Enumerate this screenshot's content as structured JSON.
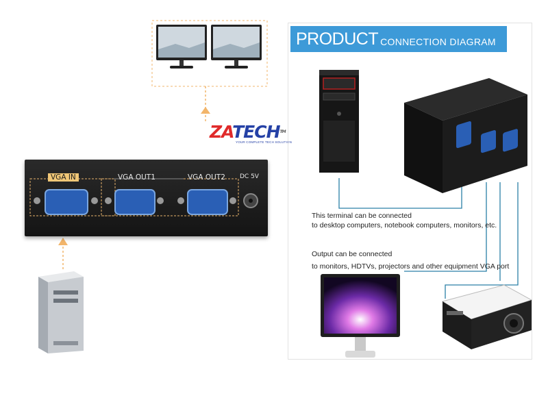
{
  "banner": {
    "word_big": "PRODUCT",
    "word_small": "CONNECTION DIAGRAM",
    "color": "#3d9ad8"
  },
  "splitter": {
    "port_vga_in": "VGA IN",
    "port_vga_out1": "VGA OUT1",
    "port_vga_out2": "VGA OUT2",
    "port_dc": "DC 5V"
  },
  "logo": {
    "za": "ZA",
    "tech": "TECH",
    "tm": "TM",
    "tagline": "YOUR COMPLETE TECH SOLUTION"
  },
  "captions": {
    "input_line1": "This terminal can be connected",
    "input_line2": "to desktop computers, notebook computers, monitors, etc.",
    "output_line1": "Output can be connected",
    "output_line2": "to monitors, HDTVs, projectors and other equipment VGA port"
  },
  "colors": {
    "arrow": "#f2b56b",
    "cable": "#2a7fa6",
    "device_body": "#1b1b1b"
  }
}
